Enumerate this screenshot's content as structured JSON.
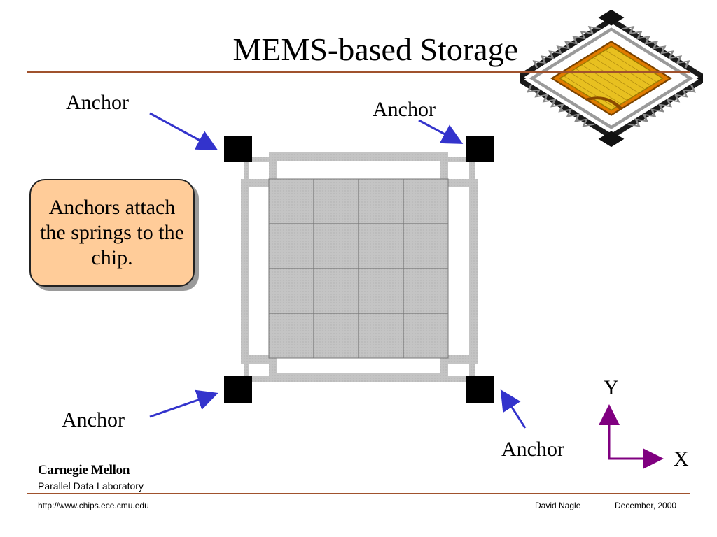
{
  "slide": {
    "title": "MEMS-based Storage"
  },
  "anchors": {
    "top_left_label": "Anchor",
    "top_right_label": "Anchor",
    "bottom_left_label": "Anchor",
    "bottom_right_label": "Anchor"
  },
  "callout": {
    "text": "Anchors attach the springs to the chip."
  },
  "axes": {
    "y_label": "Y",
    "x_label": "X"
  },
  "footer": {
    "org_name": "Carnegie Mellon",
    "lab_name": "Parallel Data Laboratory",
    "url": "http://www.chips.ece.cmu.edu",
    "author": "David Nagle",
    "date": "December, 2000"
  },
  "colors": {
    "rule": "#a0522d",
    "arrow": "#3333cc",
    "axis": "#800080",
    "callout_fill": "#ffcc99",
    "anchor_block": "#000000",
    "spring": "#c8c8c8",
    "sled": "#c0c0c0"
  }
}
